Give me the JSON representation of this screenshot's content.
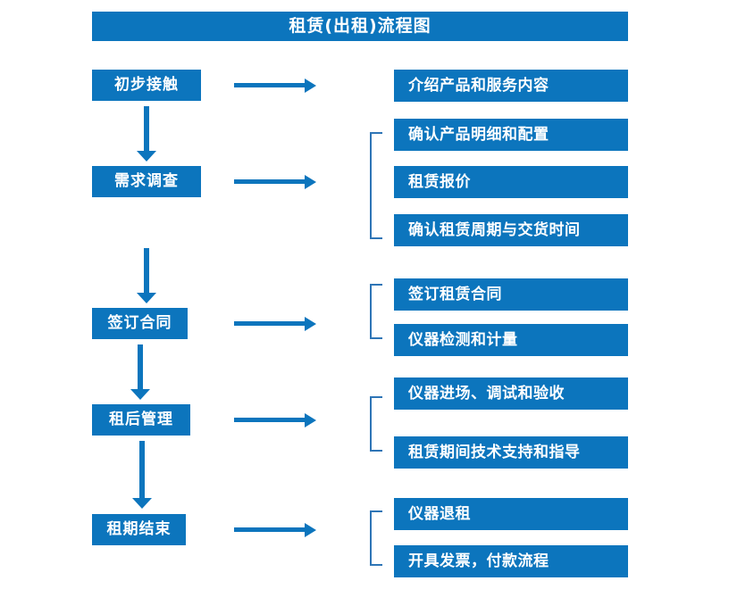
{
  "diagram": {
    "title": "租赁(出租)流程图",
    "colors": {
      "primary_blue": "#0c75bd",
      "bracket_blue": "#2e75b6",
      "text_on_blue": "#ffffff",
      "background": "#ffffff"
    },
    "stages": [
      {
        "label": "初步接触"
      },
      {
        "label": "需求调查"
      },
      {
        "label": "签订合同"
      },
      {
        "label": "租后管理"
      },
      {
        "label": "租期结束"
      }
    ],
    "detail_groups": [
      {
        "stage": "初步接触",
        "has_bracket": false,
        "items": [
          {
            "label": "介绍产品和服务内容"
          }
        ]
      },
      {
        "stage": "需求调查",
        "has_bracket": true,
        "items": [
          {
            "label": "确认产品明细和配置"
          },
          {
            "label": "租赁报价"
          },
          {
            "label": "确认租赁周期与交货时间"
          }
        ]
      },
      {
        "stage": "签订合同",
        "has_bracket": true,
        "items": [
          {
            "label": "签订租赁合同"
          },
          {
            "label": "仪器检测和计量"
          }
        ]
      },
      {
        "stage": "租后管理",
        "has_bracket": true,
        "items": [
          {
            "label": "仪器进场、调试和验收"
          },
          {
            "label": "租赁期间技术支持和指导"
          }
        ]
      },
      {
        "stage": "租期结束",
        "has_bracket": true,
        "items": [
          {
            "label": "仪器退租"
          },
          {
            "label": "开具发票，付款流程"
          }
        ]
      }
    ]
  }
}
